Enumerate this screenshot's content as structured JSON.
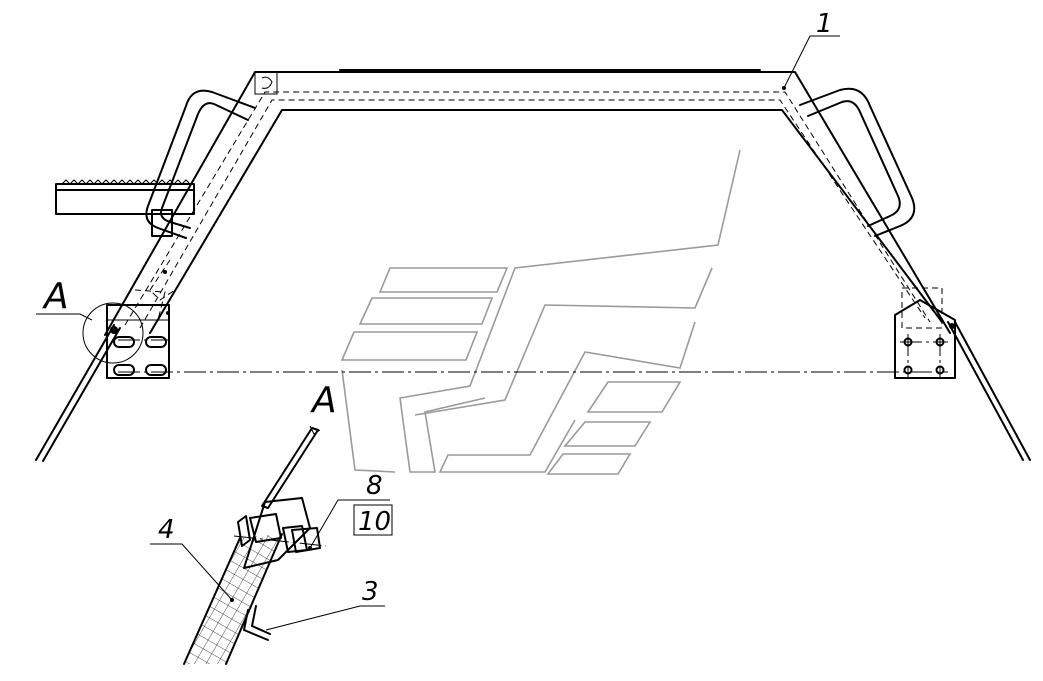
{
  "labels": {
    "part_1": "1",
    "detail_callout": "A",
    "detail_view": "A",
    "part_8": "8",
    "part_10": "10",
    "part_4": "4",
    "part_3": "3"
  }
}
